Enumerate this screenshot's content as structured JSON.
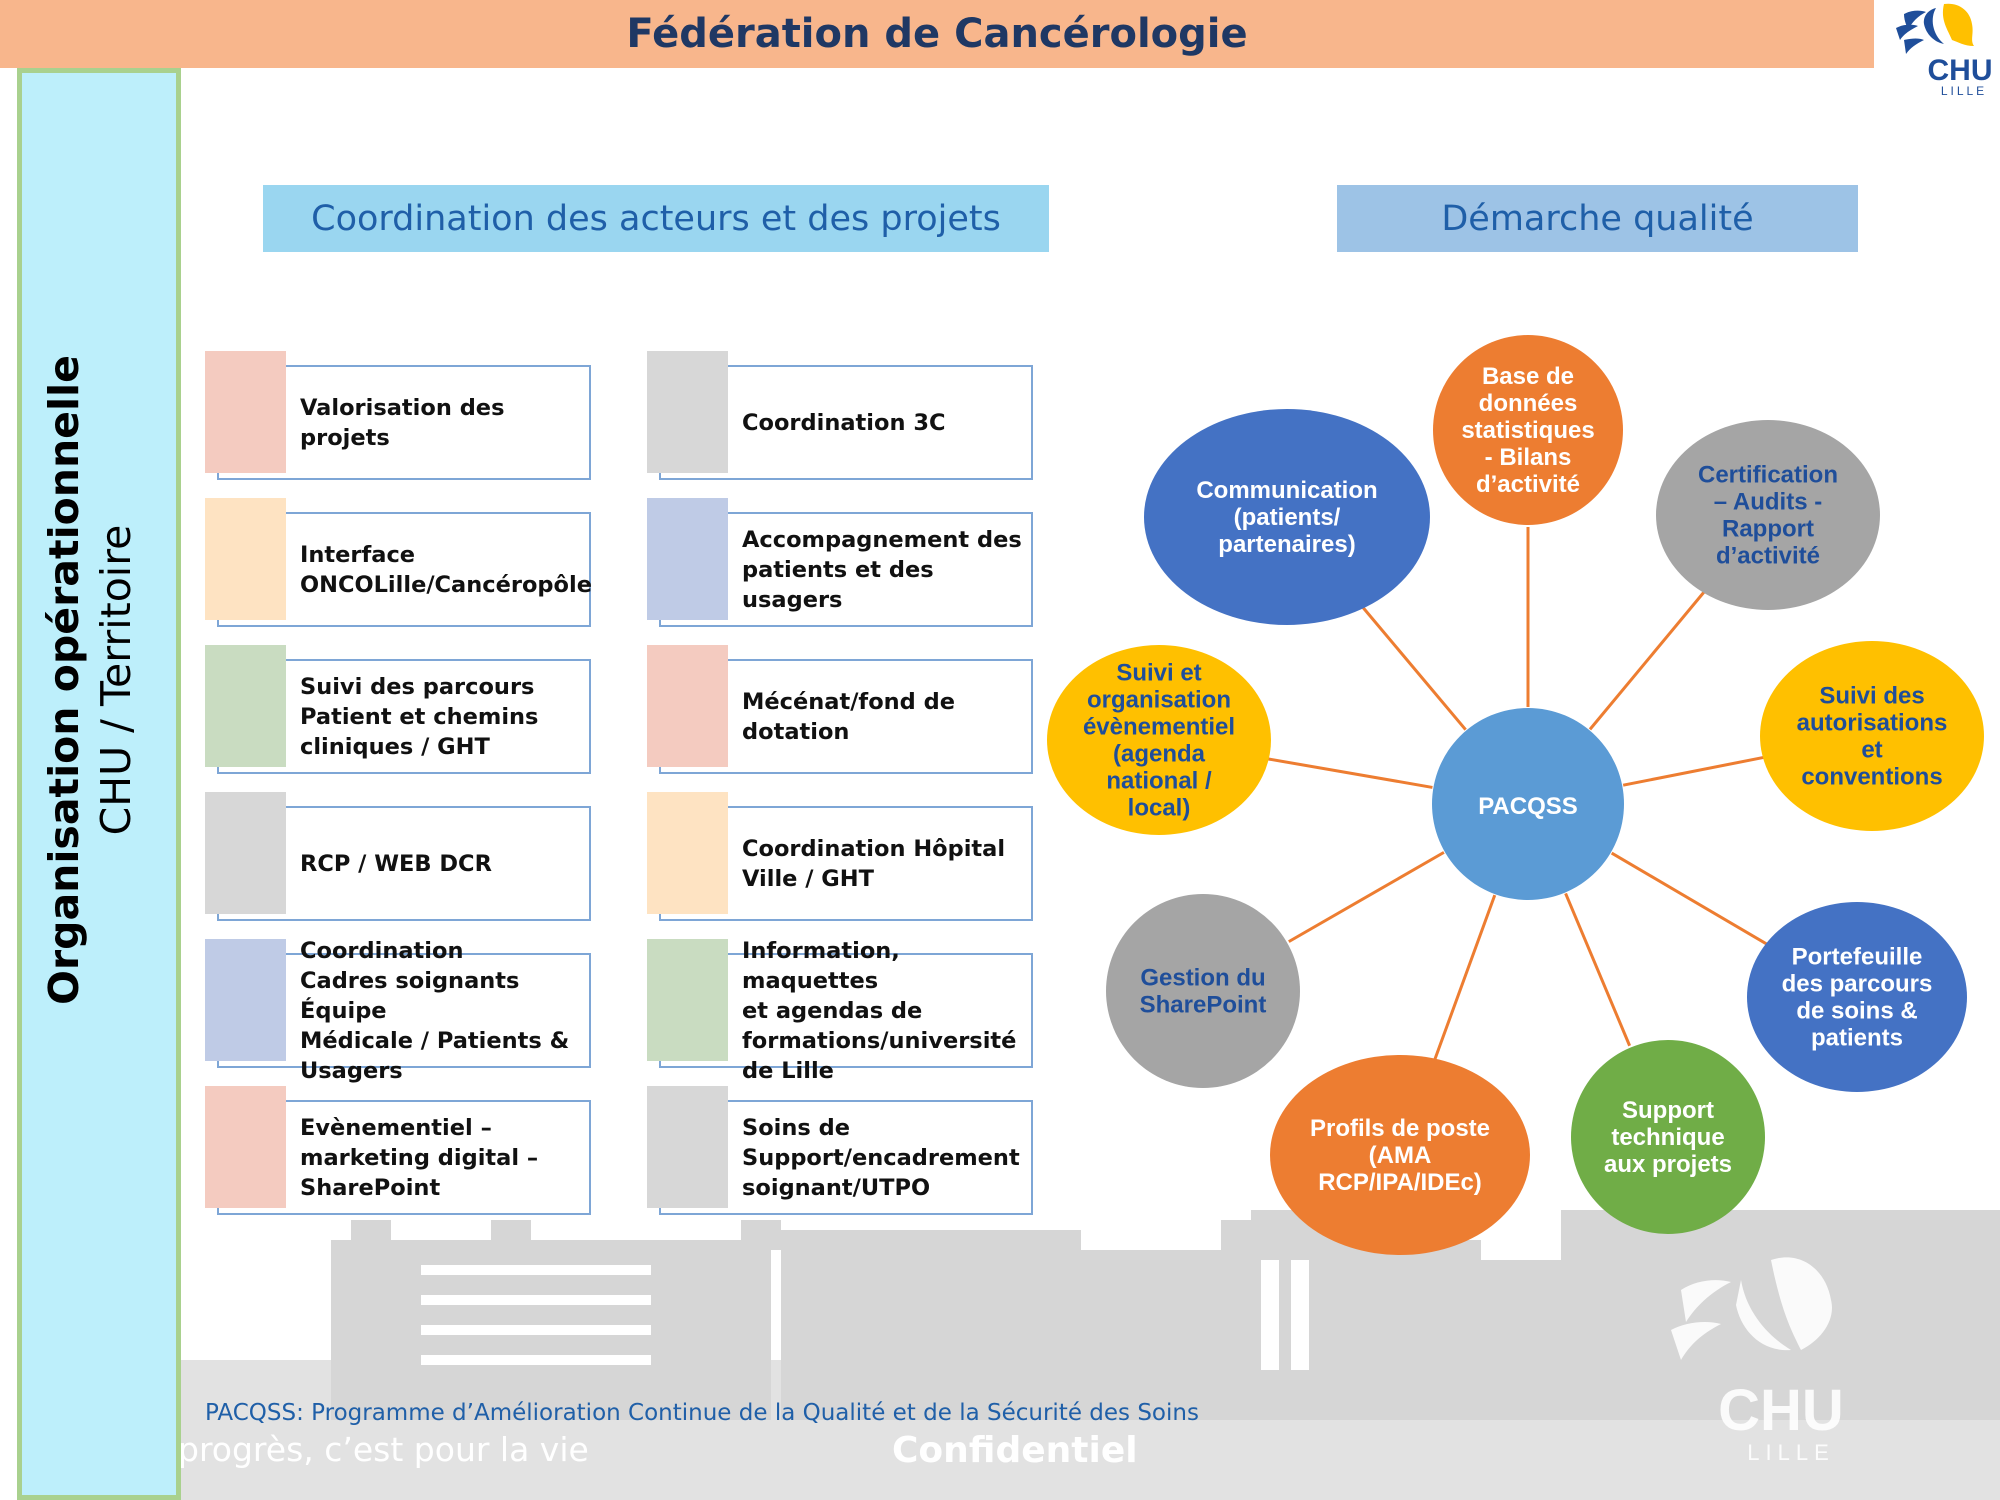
{
  "header": {
    "title": "Fédération de Cancérologie"
  },
  "logo": {
    "name": "CHU",
    "city": "LILLE"
  },
  "left_band": {
    "title": "Organisation opérationnelle",
    "subtitle": "CHU / Territoire"
  },
  "sections": {
    "coordination": "Coordination des acteurs et des projets",
    "quality": "Démarche qualité"
  },
  "cards": [
    {
      "lines": [
        "Valorisation des projets"
      ],
      "color": "#f4cbc0"
    },
    {
      "lines": [
        "Coordination 3C"
      ],
      "color": "#d7d7d7"
    },
    {
      "lines": [
        "Interface",
        "ONCOLille/Cancéropôle"
      ],
      "color": "#fee3c2"
    },
    {
      "lines": [
        "Accompagnement des",
        "patients et des usagers"
      ],
      "color": "#bfcbe6"
    },
    {
      "lines": [
        "Suivi des parcours",
        "Patient et chemins",
        "cliniques / GHT"
      ],
      "color": "#c9dcc1"
    },
    {
      "lines": [
        "Mécénat/fond de",
        "dotation"
      ],
      "color": "#f4cbc0"
    },
    {
      "lines": [
        "RCP / WEB DCR"
      ],
      "color": "#d7d7d7"
    },
    {
      "lines": [
        "Coordination Hôpital",
        "Ville / GHT"
      ],
      "color": "#fee3c2"
    },
    {
      "lines": [
        "Coordination",
        "Cadres soignants Équipe",
        "Médicale / Patients &",
        "Usagers"
      ],
      "color": "#bfcbe6"
    },
    {
      "lines": [
        "Information, maquettes",
        "et agendas de",
        "formations/université",
        "de Lille"
      ],
      "color": "#c9dcc1"
    },
    {
      "lines": [
        "Evènementiel –",
        "marketing digital –",
        "SharePoint"
      ],
      "color": "#f4cbc0"
    },
    {
      "lines": [
        "Soins de",
        "Support/encadrement",
        "soignant/UTPO"
      ],
      "color": "#d7d7d7"
    }
  ],
  "diagram": {
    "center": {
      "label": "PACQSS",
      "color": "#5b9bd5"
    },
    "nodes": [
      {
        "lines": [
          "Base de",
          "données",
          "statistiques",
          "- Bilans",
          "d’activité"
        ],
        "fill": "#ed7d31",
        "text_color": "#ffffff"
      },
      {
        "lines": [
          "Certification",
          "– Audits -",
          "Rapport",
          "d’activité"
        ],
        "fill": "#a5a5a5",
        "text_color": "#1f4e9a"
      },
      {
        "lines": [
          "Suivi des",
          "autorisations",
          "et",
          "conventions"
        ],
        "fill": "#ffc000",
        "text_color": "#1f4e9a"
      },
      {
        "lines": [
          "Portefeuille",
          "des parcours",
          "de soins &",
          "patients"
        ],
        "fill": "#4472c4",
        "text_color": "#ffffff"
      },
      {
        "lines": [
          "Support",
          "technique",
          "aux projets"
        ],
        "fill": "#70ad47",
        "text_color": "#ffffff"
      },
      {
        "lines": [
          "Profils de poste",
          "(AMA",
          "RCP/IPA/IDEc)"
        ],
        "fill": "#ed7d31",
        "text_color": "#ffffff"
      },
      {
        "lines": [
          "Gestion du",
          "SharePoint"
        ],
        "fill": "#a5a5a5",
        "text_color": "#1f4e9a"
      },
      {
        "lines": [
          "Suivi et",
          "organisation",
          "évènementiel",
          "(agenda",
          "national /",
          "local)"
        ],
        "fill": "#ffc000",
        "text_color": "#1f4e9a"
      },
      {
        "lines": [
          "Communication",
          "(patients/",
          "partenaires)"
        ],
        "fill": "#4472c4",
        "text_color": "#ffffff"
      }
    ],
    "connector_color": "#ed7d31"
  },
  "footer": {
    "footnote": "PACQSS: Programme d’Amélioration Continue de la Qualité et de la Sécurité des Soins",
    "slogan": "progrès, c’est pour la vie",
    "confidential": "Confidentiel"
  }
}
